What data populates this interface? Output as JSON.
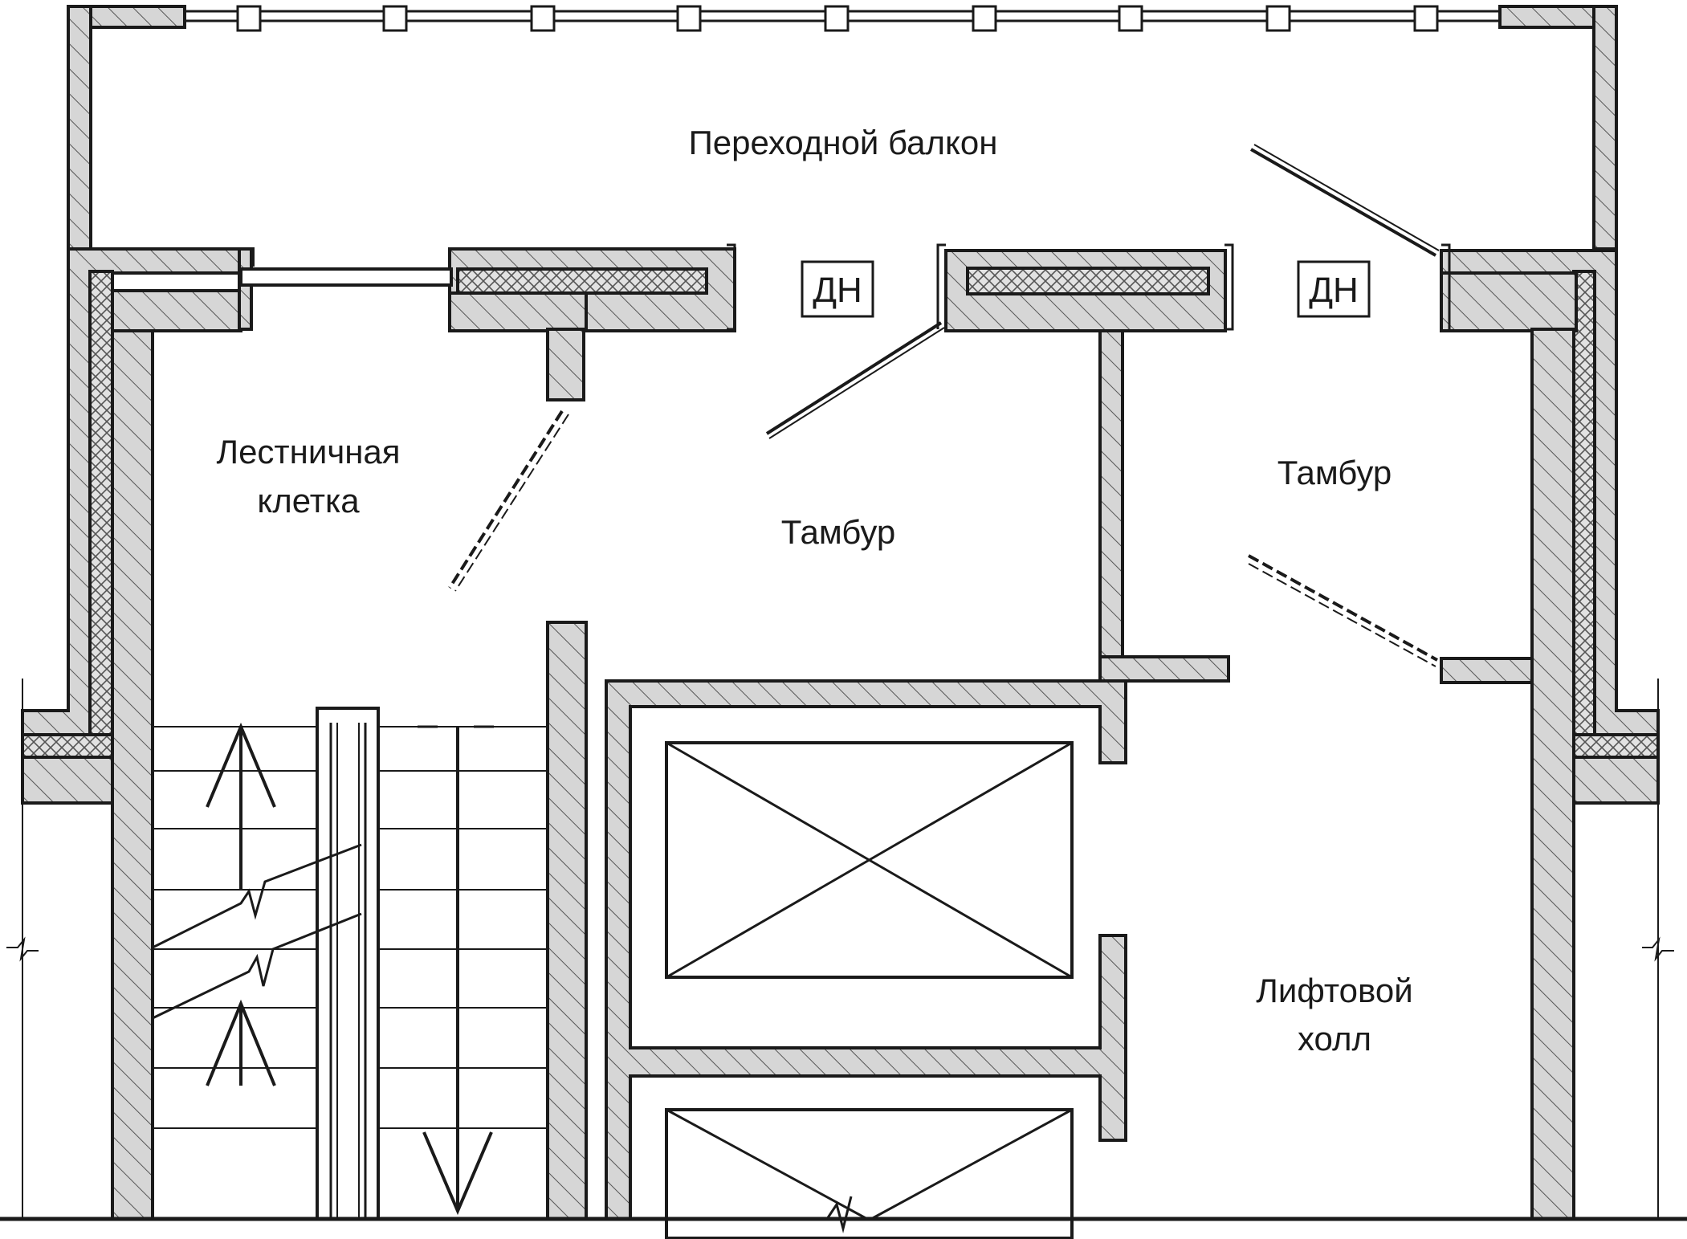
{
  "labels": {
    "balcony": "Переходной балкон",
    "stair_line1": "Лестничная",
    "stair_line2": "клетка",
    "vestibule_left": "Тамбур",
    "vestibule_right": "Тамбур",
    "lift_hall_line1": "Лифтовой",
    "lift_hall_line2": "холл",
    "dn_left": "ДН",
    "dn_right": "ДН"
  },
  "colors": {
    "line": "#1a1a1a",
    "wall_fill": "#d6d6d6",
    "insulation_fill": "#e2e2e2",
    "background": "#ffffff"
  },
  "icons": {
    "lift_shaft": "cross-box-icon",
    "stair_direction": "arrow-icon",
    "break_line": "break-mark-icon"
  }
}
